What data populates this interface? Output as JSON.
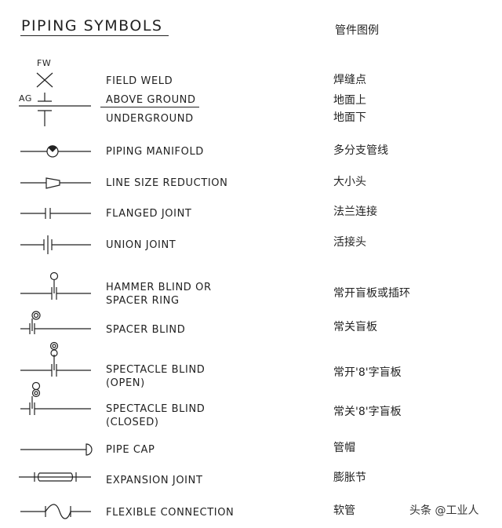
{
  "title": "PIPING SYMBOLS",
  "title_cn": "管件图例",
  "annotations": {
    "fw": "FW",
    "ag": "AG"
  },
  "items": [
    {
      "label": "FIELD WELD",
      "cn": "焊缝点"
    },
    {
      "label": "ABOVE GROUND",
      "cn": "地面上"
    },
    {
      "label": "UNDERGROUND",
      "cn": "地面下"
    },
    {
      "label": "PIPING MANIFOLD",
      "cn": "多分支管线"
    },
    {
      "label": "LINE SIZE REDUCTION",
      "cn": "大小头"
    },
    {
      "label": "FLANGED JOINT",
      "cn": "法兰连接"
    },
    {
      "label": "UNION JOINT",
      "cn": "活接头"
    },
    {
      "label": "HAMMER BLIND OR",
      "label2": "SPACER RING",
      "cn": "常开盲板或插环"
    },
    {
      "label": "SPACER BLIND",
      "cn": "常关盲板"
    },
    {
      "label": "SPECTACLE BLIND",
      "label2": "(OPEN)",
      "cn": "常开'8'字盲板"
    },
    {
      "label": "SPECTACLE BLIND",
      "label2": "(CLOSED)",
      "cn": "常关'8'字盲板"
    },
    {
      "label": "PIPE CAP",
      "cn": "管帽"
    },
    {
      "label": "EXPANSION JOINT",
      "cn": "膨胀节"
    },
    {
      "label": "FLEXIBLE CONNECTION",
      "cn": "软管"
    }
  ],
  "watermark": "头条 @工业人"
}
